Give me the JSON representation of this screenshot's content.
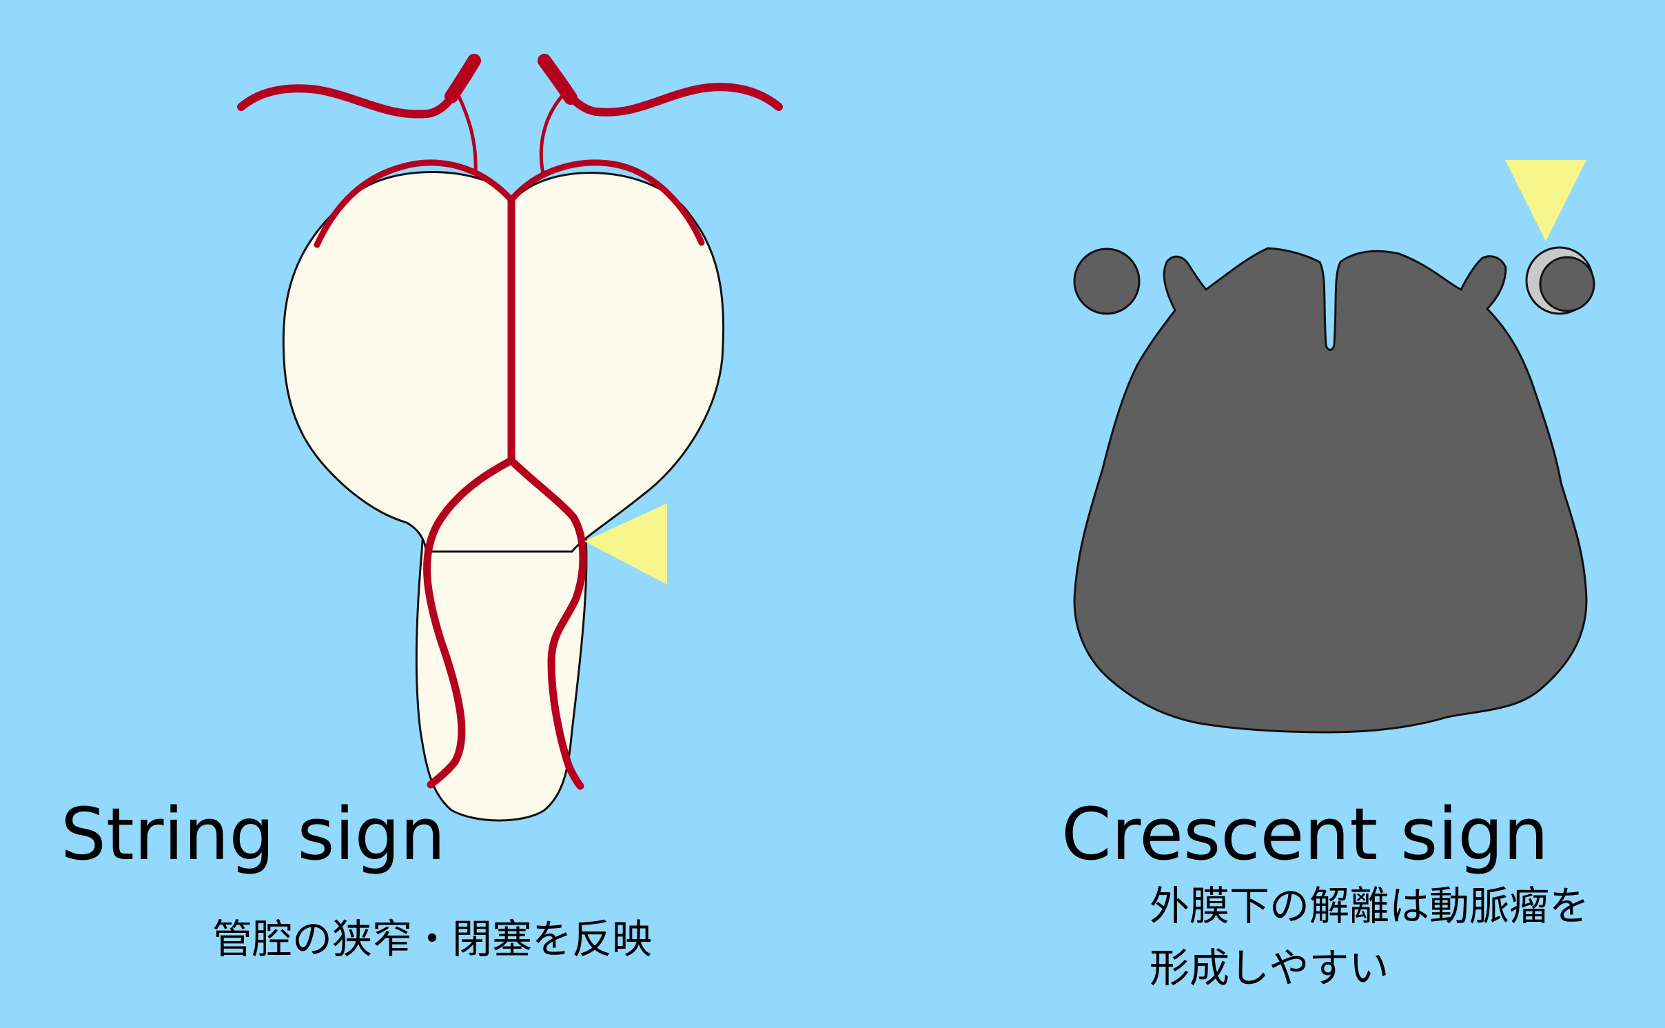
{
  "colors": {
    "background": "#93d8fd",
    "artery": "#b5001e",
    "brain_fill": "#fdfaeb",
    "outline": "#111111",
    "cross_section": "#5f5f5f",
    "arrowhead": "#f6f68d",
    "crescent": "#c9c9c9"
  },
  "left_panel": {
    "title": "String sign",
    "caption": "管腔の狭窄・閉塞を反映"
  },
  "right_panel": {
    "title": "Crescent sign",
    "caption_line1": "外膜下の解離は動脈瘤を",
    "caption_line2": "形成しやすい"
  }
}
